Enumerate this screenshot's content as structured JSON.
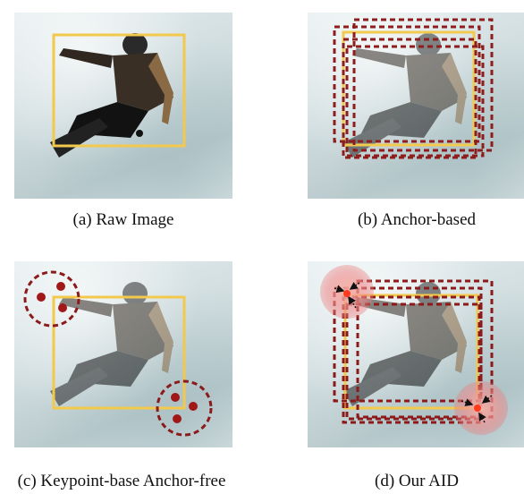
{
  "captions": {
    "a": "(a) Raw Image",
    "b": "(b) Anchor-based",
    "c": "(c) Keypoint-base Anchor-free",
    "d": "(d) Our AID"
  },
  "colors": {
    "gt_box": "#f2c94c",
    "anchor_box": "#8b1a1a",
    "keypoint": "#a01818",
    "aid_glow": "#f08a8a",
    "aid_center": "#ff3b1f"
  },
  "icons": {
    "person": "snowboarder-figure",
    "arrow": "arrow-icon"
  }
}
